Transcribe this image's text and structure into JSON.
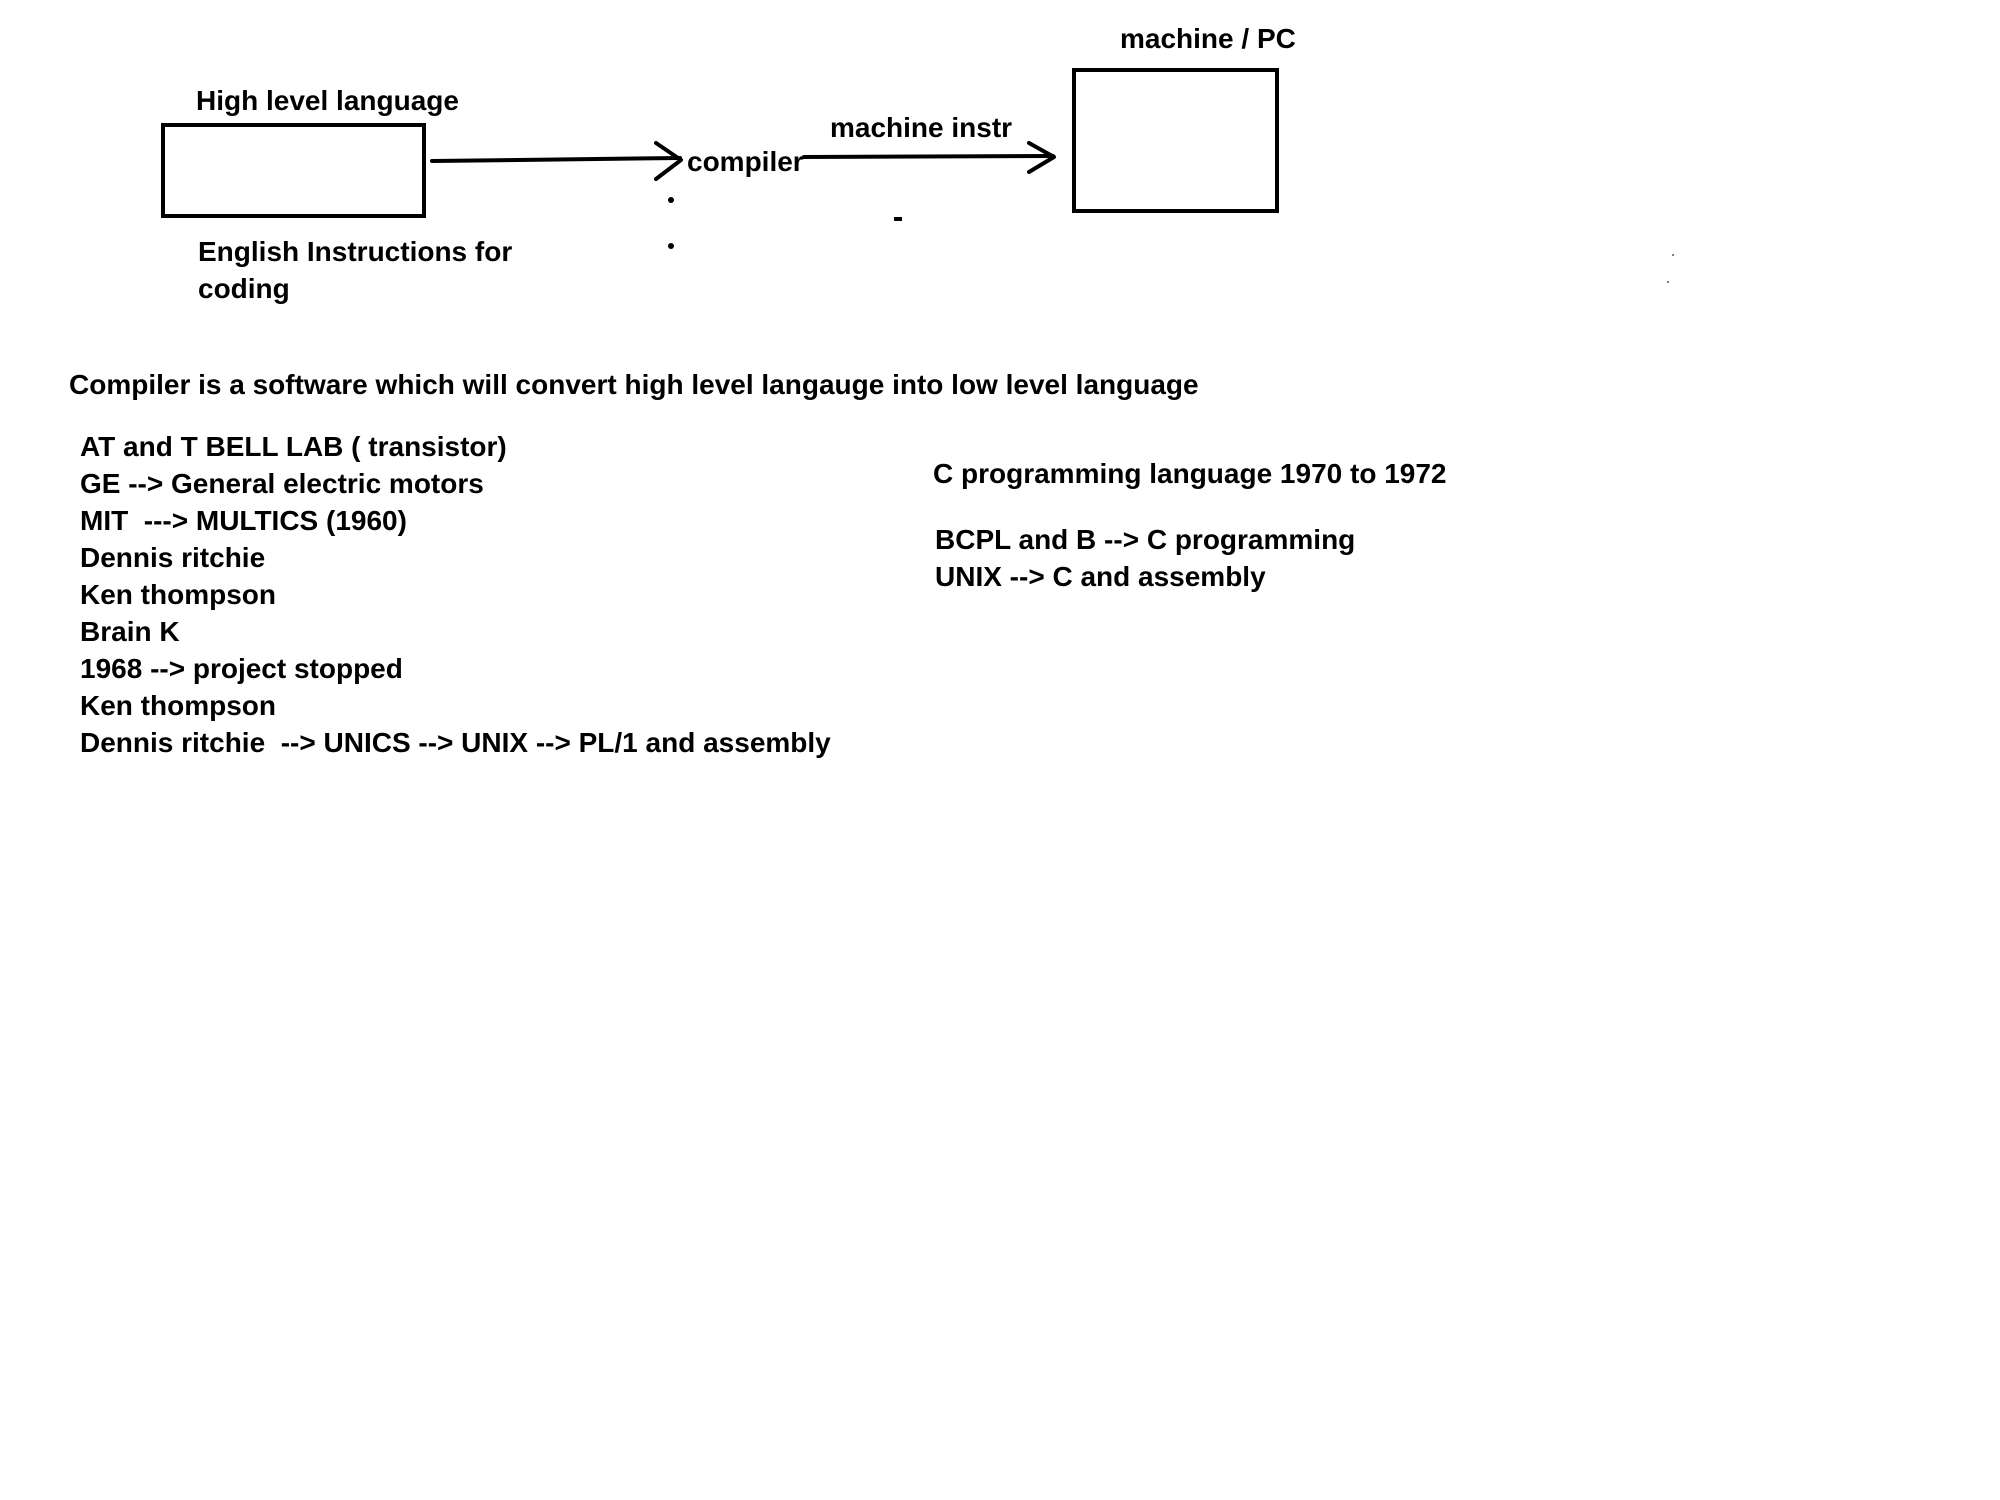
{
  "diagram": {
    "source_box_label": "High level language",
    "source_box_caption_line1": "English Instructions for",
    "source_box_caption_line2": "coding",
    "compiler_label": "compiler",
    "arrow_label": "machine instr",
    "target_box_label": "machine / PC"
  },
  "definition": "Compiler is a software which will convert high level langauge into low level language",
  "history_list": [
    "AT and T BELL LAB ( transistor)",
    "GE --> General electric motors",
    "MIT  ---> MULTICS (1960)",
    "Dennis ritchie",
    "Ken thompson",
    "Brain K",
    "1968 --> project stopped",
    "Ken thompson",
    "Dennis ritchie  --> UNICS --> UNIX --> PL/1 and assembly"
  ],
  "right_notes": {
    "heading": "C programming language 1970 to 1972",
    "lines": [
      "BCPL and B --> C programming",
      "UNIX --> C and assembly"
    ]
  }
}
